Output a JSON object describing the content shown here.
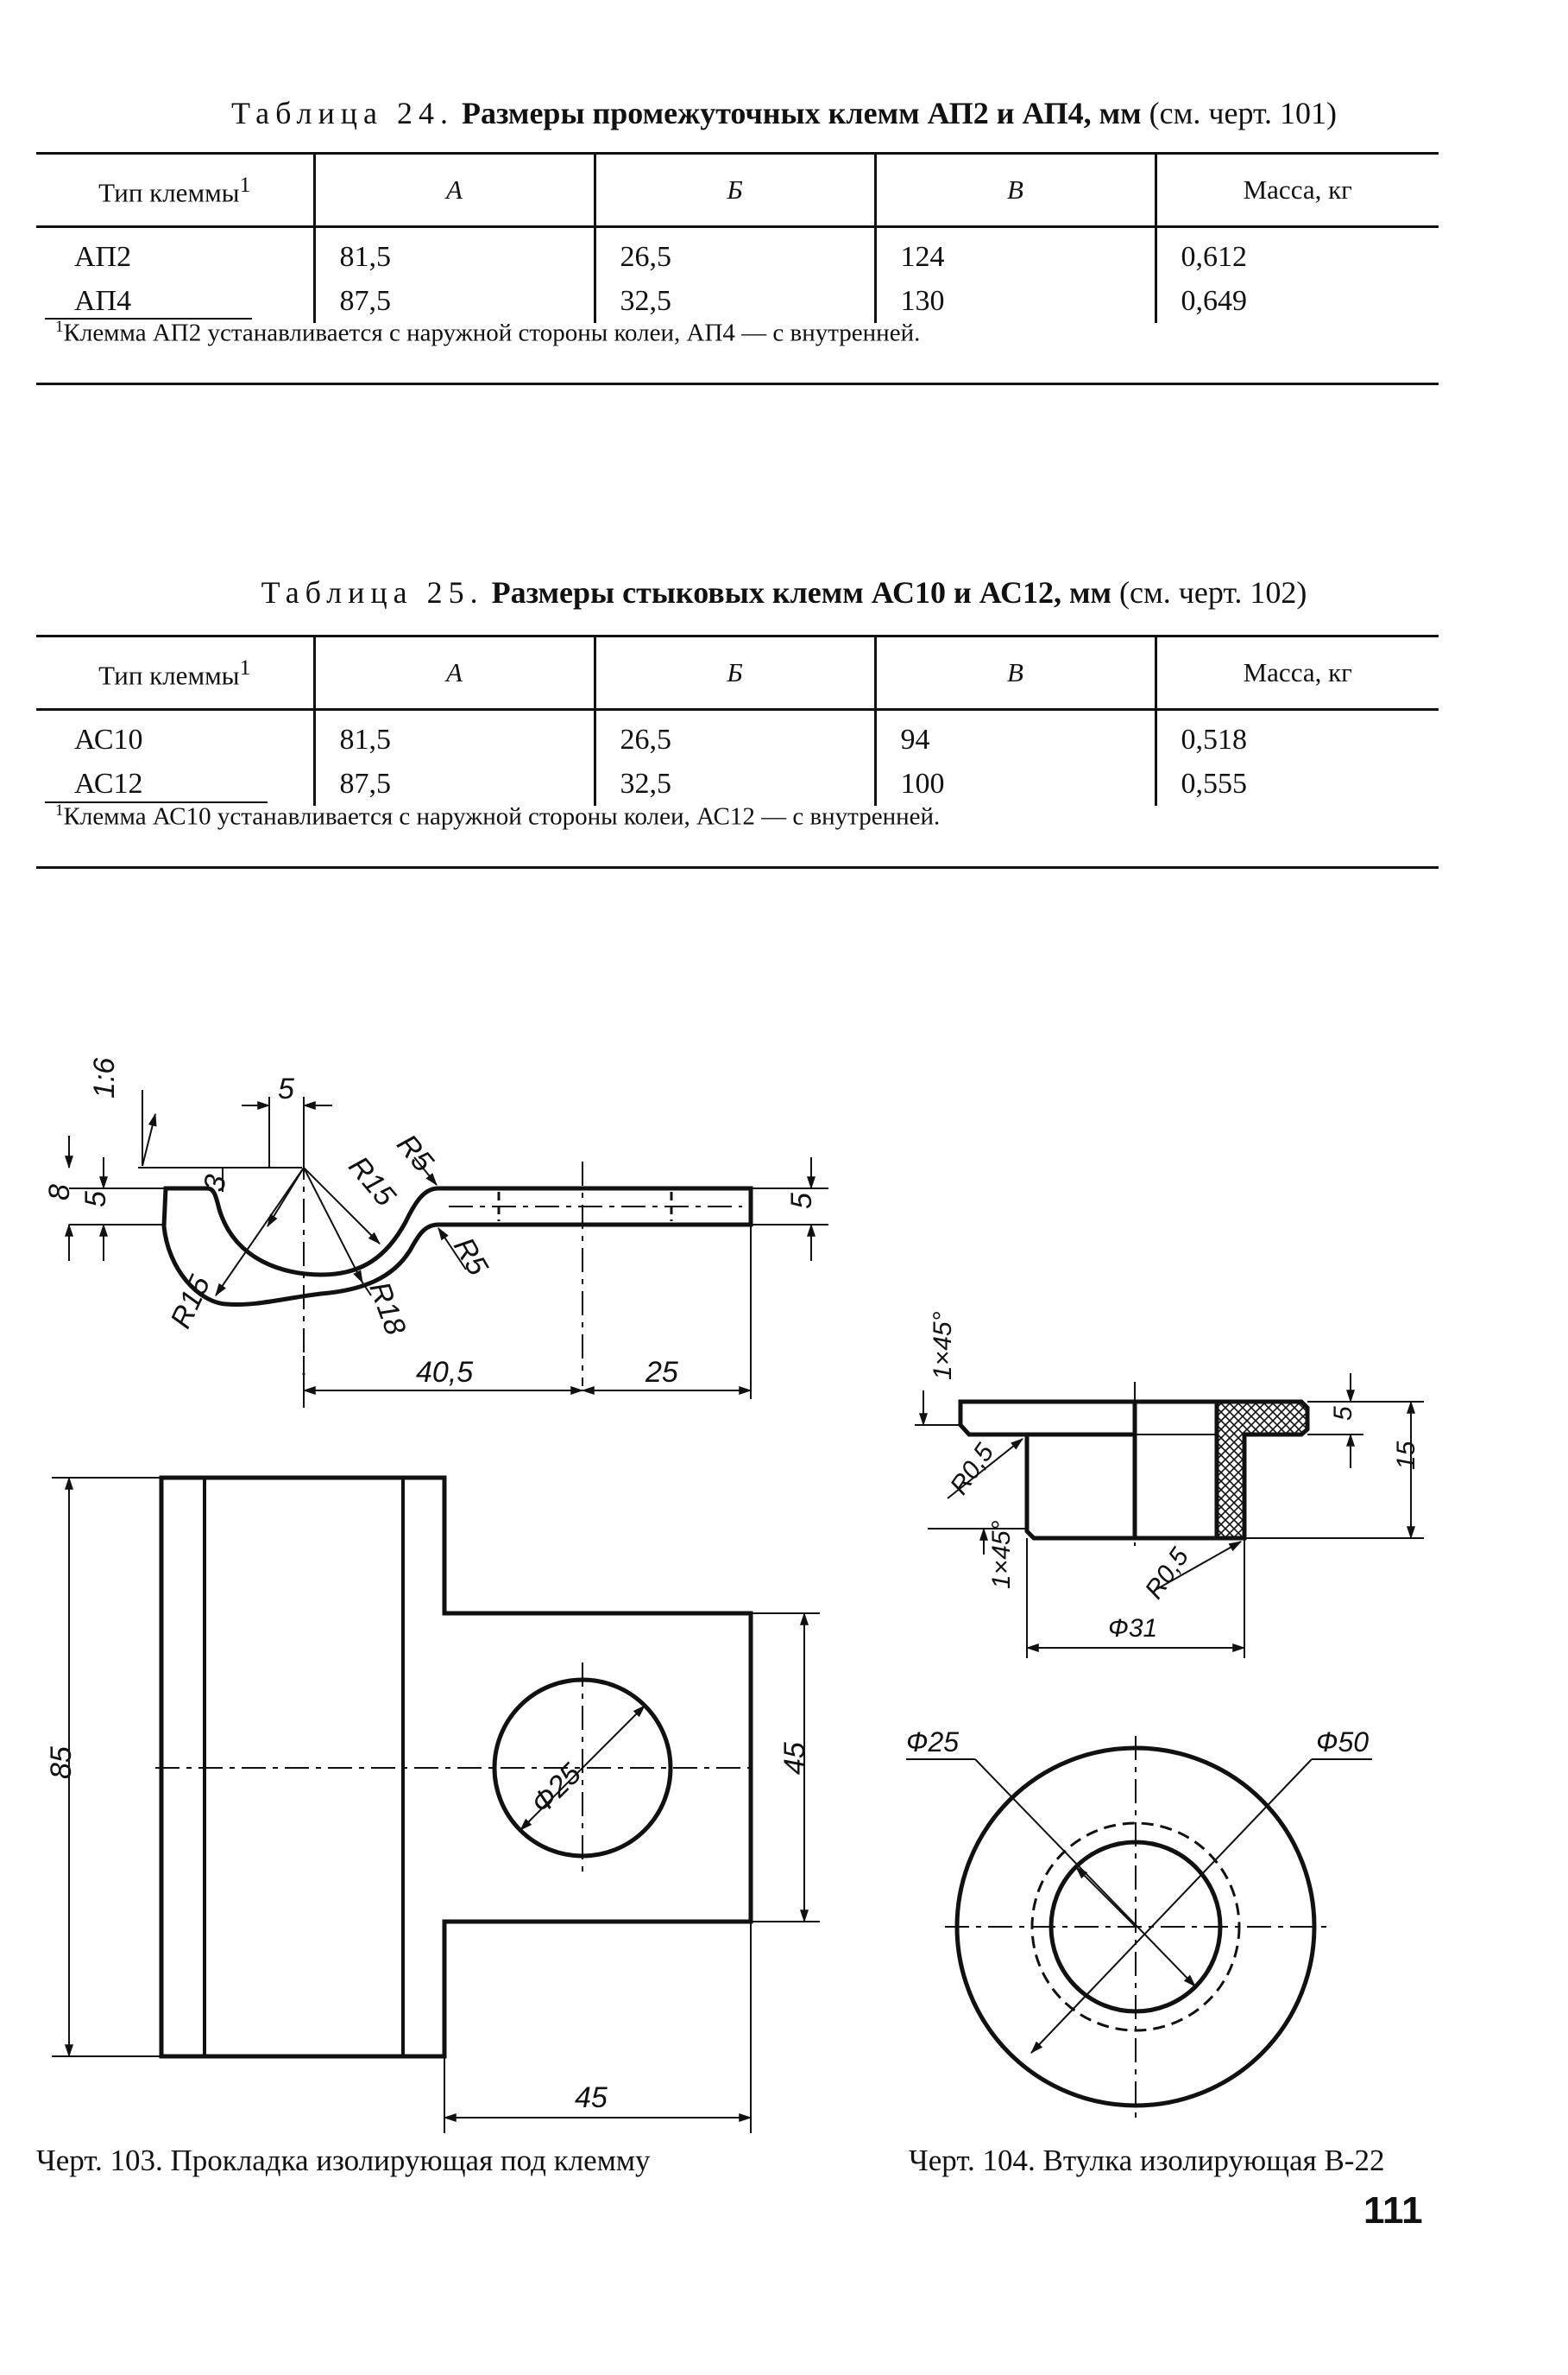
{
  "table24": {
    "label": "Таблица 24.",
    "title": "Размеры промежуточных клемм АП2 и АП4, мм",
    "ref": "(см. черт. 101)",
    "headers": [
      "Тип клеммы",
      "А",
      "Б",
      "В",
      "Масса, кг"
    ],
    "header_sup": "1",
    "rows": [
      [
        "АП2",
        "81,5",
        "26,5",
        "124",
        "0,612"
      ],
      [
        "АП4",
        "87,5",
        "32,5",
        "130",
        "0,649"
      ]
    ],
    "footnote_mark": "1",
    "footnote": "Клемма АП2 устанавливается с наружной стороны колеи, АП4 — с внутренней."
  },
  "table25": {
    "label": "Таблица 25.",
    "title": "Размеры стыковых клемм АС10 и АС12, мм",
    "ref": "(см. черт. 102)",
    "headers": [
      "Тип клеммы",
      "А",
      "Б",
      "В",
      "Масса, кг"
    ],
    "header_sup": "1",
    "rows": [
      [
        "АС10",
        "81,5",
        "26,5",
        "94",
        "0,518"
      ],
      [
        "АС12",
        "87,5",
        "32,5",
        "100",
        "0,555"
      ]
    ],
    "footnote_mark": "1",
    "footnote": "Клемма АС10 устанавливается с наружной стороны колеи, АС12 — с внутренней."
  },
  "drawing103": {
    "caption": "Черт. 103. Прокладка изолирующая под клемму",
    "dims": {
      "slope": "1:6",
      "d5_top": "5",
      "d8": "8",
      "d5_left": "5",
      "d3": "3",
      "r15_a": "R15",
      "r5_a": "R5",
      "r5_b": "R5",
      "r15_b": "R15",
      "r18": "R18",
      "d5_right": "5",
      "d40_5": "40,5",
      "d25": "25",
      "d85": "85",
      "hole": "Ф25",
      "d45_v": "45",
      "d45_h": "45"
    }
  },
  "drawing104": {
    "caption": "Черт. 104. Втулка изолирующая В-22",
    "dims": {
      "chamfer_top": "1×45°",
      "r05_a": "R0,5",
      "d5": "5",
      "d15": "15",
      "chamfer_bottom": "1×45°",
      "r05_b": "R0,5",
      "d31": "Ф31",
      "d25": "Ф25",
      "d50": "Ф50"
    }
  },
  "page_number": "111"
}
